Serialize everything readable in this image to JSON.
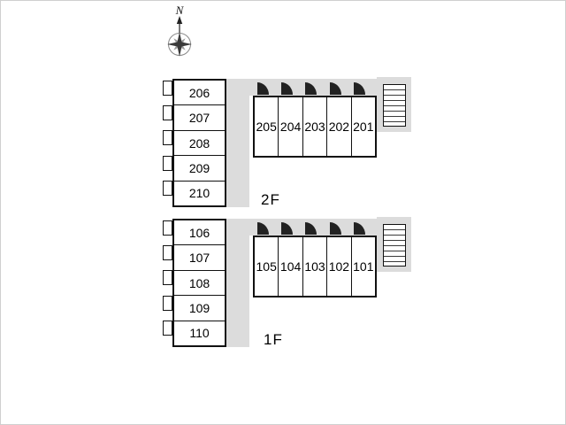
{
  "compass": {
    "north_label": "N"
  },
  "floors": [
    {
      "label": "2F",
      "left_rooms": [
        "206",
        "207",
        "208",
        "209",
        "210"
      ],
      "row_rooms": [
        "205",
        "204",
        "203",
        "202",
        "201"
      ]
    },
    {
      "label": "1F",
      "left_rooms": [
        "106",
        "107",
        "108",
        "109",
        "110"
      ],
      "row_rooms": [
        "105",
        "104",
        "103",
        "102",
        "101"
      ]
    }
  ],
  "colors": {
    "corridor_fill": "#dcdcdc",
    "wall": "#111111",
    "door": "#222222"
  }
}
